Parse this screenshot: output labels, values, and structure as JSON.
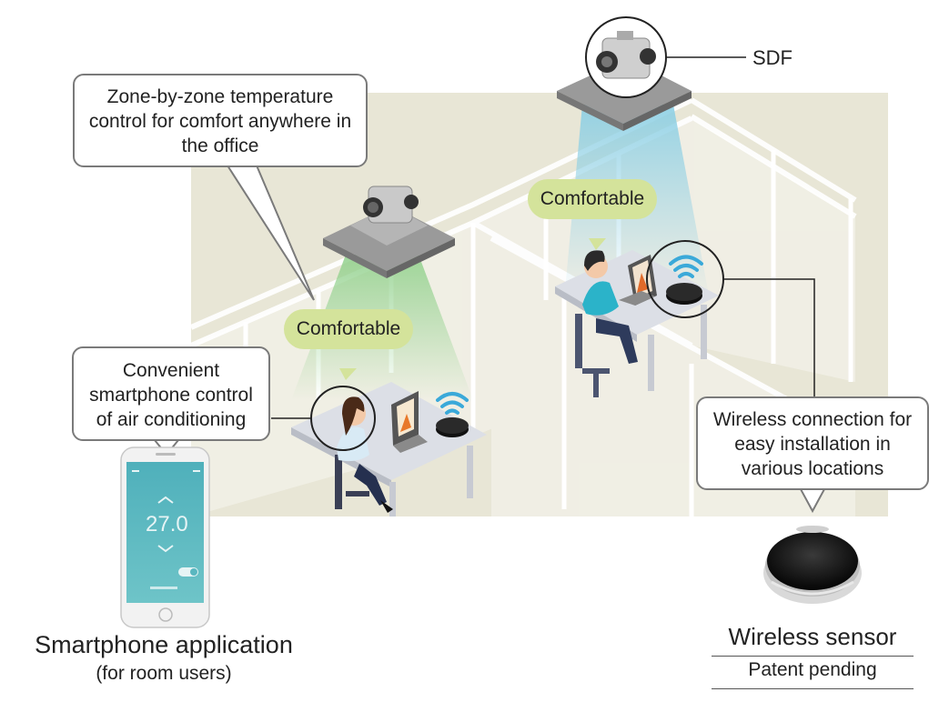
{
  "callouts": {
    "zone_control": "Zone-by-zone temperature control for comfort anywhere in the office",
    "smartphone_control": "Convenient smartphone control of air conditioning",
    "wireless_connection": "Wireless connection for easy installation in various locations"
  },
  "bubbles": {
    "comfortable_left": "Comfortable",
    "comfortable_right": "Comfortable"
  },
  "labels": {
    "sdf": "SDF",
    "smartphone_app": "Smartphone application",
    "smartphone_app_sub": "(for room users)",
    "wireless_sensor": "Wireless sensor",
    "patent": "Patent pending"
  },
  "phone": {
    "temperature": "27.0"
  },
  "colors": {
    "floor": "#e8e6d6",
    "bubble": "#d4e39b",
    "airflow_green": "#a8d8a0",
    "airflow_blue": "#9fd3e6",
    "wifi": "#3aa9d9",
    "phone_screen": "#5ab7c0"
  }
}
